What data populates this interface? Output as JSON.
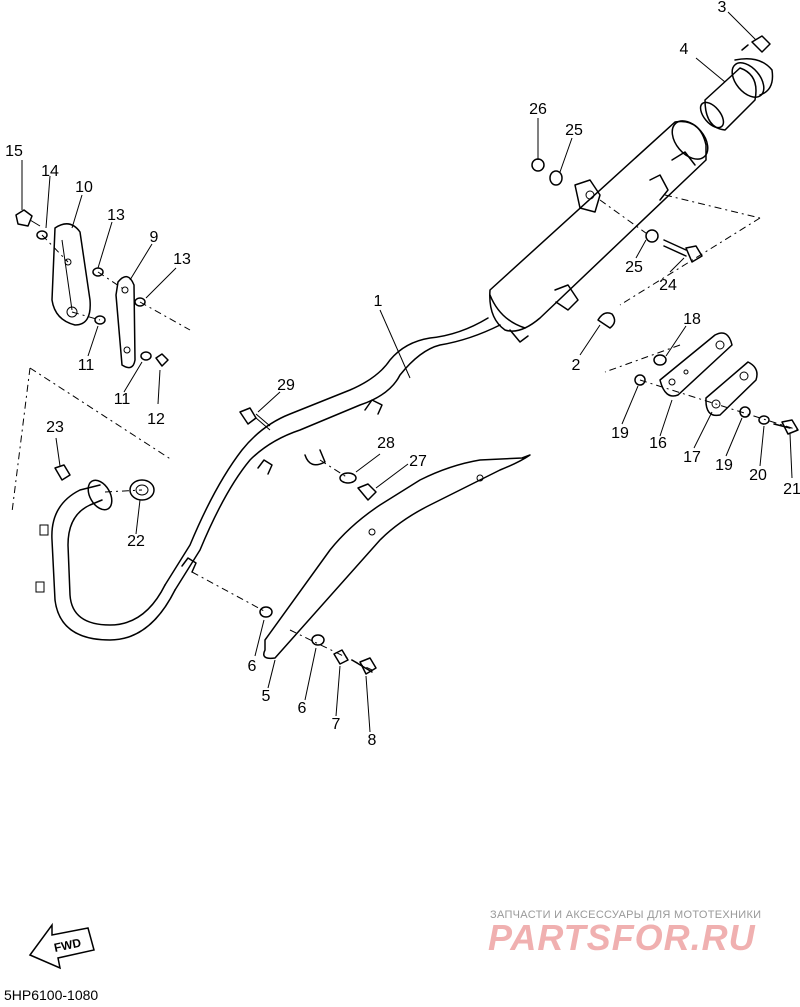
{
  "diagram": {
    "part_labels": [
      {
        "id": "1",
        "text": "1"
      },
      {
        "id": "2",
        "text": "2"
      },
      {
        "id": "3",
        "text": "3"
      },
      {
        "id": "4",
        "text": "4"
      },
      {
        "id": "5",
        "text": "5"
      },
      {
        "id": "6a",
        "text": "6"
      },
      {
        "id": "6b",
        "text": "6"
      },
      {
        "id": "7",
        "text": "7"
      },
      {
        "id": "8",
        "text": "8"
      },
      {
        "id": "9",
        "text": "9"
      },
      {
        "id": "10",
        "text": "10"
      },
      {
        "id": "11a",
        "text": "11"
      },
      {
        "id": "11b",
        "text": "11"
      },
      {
        "id": "12",
        "text": "12"
      },
      {
        "id": "13a",
        "text": "13"
      },
      {
        "id": "13b",
        "text": "13"
      },
      {
        "id": "14",
        "text": "14"
      },
      {
        "id": "15",
        "text": "15"
      },
      {
        "id": "16",
        "text": "16"
      },
      {
        "id": "17",
        "text": "17"
      },
      {
        "id": "18",
        "text": "18"
      },
      {
        "id": "19a",
        "text": "19"
      },
      {
        "id": "19b",
        "text": "19"
      },
      {
        "id": "20",
        "text": "20"
      },
      {
        "id": "21",
        "text": "21"
      },
      {
        "id": "22",
        "text": "22"
      },
      {
        "id": "23",
        "text": "23"
      },
      {
        "id": "24",
        "text": "24"
      },
      {
        "id": "25a",
        "text": "25"
      },
      {
        "id": "25b",
        "text": "25"
      },
      {
        "id": "26",
        "text": "26"
      },
      {
        "id": "27",
        "text": "27"
      },
      {
        "id": "28",
        "text": "28"
      },
      {
        "id": "29",
        "text": "29"
      }
    ],
    "fwd_label": "FWD",
    "diagram_code": "5HP6100-1080"
  },
  "watermark": {
    "tagline": "ЗАПЧАСТИ И АКСЕССУАРЫ ДЛЯ МОТОТЕХНИКИ",
    "brand": "PARTSFOR.RU"
  }
}
